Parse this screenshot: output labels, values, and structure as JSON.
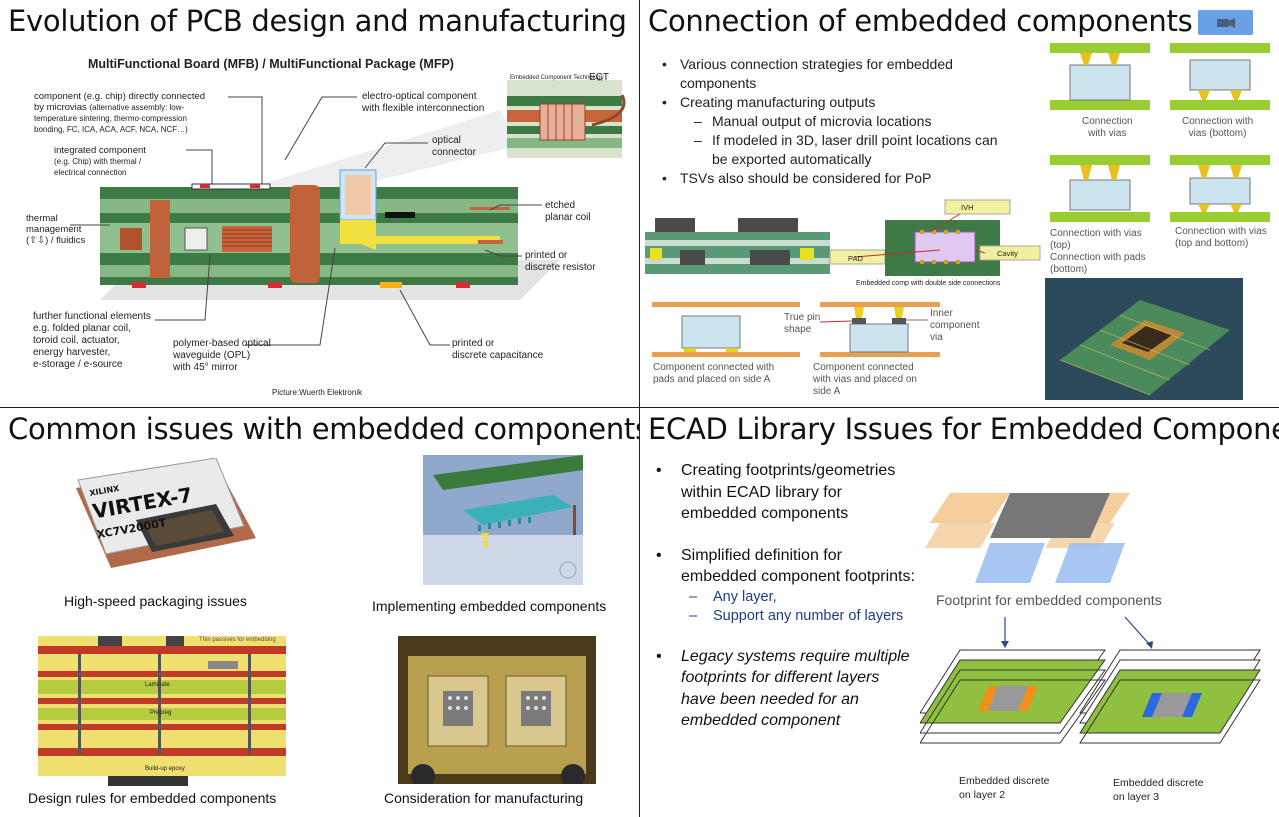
{
  "q1": {
    "title": "Evolution of PCB design and manufacturing",
    "figure_title": "MultiFunctional Board (MFB) / MultiFunctional Package (MFP)",
    "annotations": {
      "component_line1": "component (e.g. chip) directly connected",
      "component_line2": "by microvias",
      "component_line2_small": "(alternative assembly: low-",
      "component_line3": "temperature sintering, thermo-compression",
      "component_line4": "bonding, FC, ICA, ACA, ACF, NCA, NCF…)",
      "integrated_line1": "integrated component",
      "integrated_line2": "(e.g. Chip) with thermal /",
      "integrated_line3": "electrical connection",
      "thermal_line1": "thermal",
      "thermal_line2": "management",
      "thermal_line3": "(⇧⇩) / fluidics",
      "further_line1": "further functional elements",
      "further_line2": "e.g. folded planar coil,",
      "further_line3": "toroid coil, actuator,",
      "further_line4": "energy harvester,",
      "further_line5": "e-storage / e-source",
      "polymer_line1": "polymer-based optical",
      "polymer_line2": "waveguide (OPL)",
      "polymer_line3": "with 45° mirror",
      "eo_line1": "electro-optical component",
      "eo_line2": "with flexible interconnection",
      "optical_line1": "optical",
      "optical_line2": "connector",
      "etched_line1": "etched",
      "etched_line2": "planar coil",
      "printed_res_line1": "printed or",
      "printed_res_line2": "discrete resistor",
      "printed_cap_line1": "printed or",
      "printed_cap_line2": "discrete capacitance",
      "ect": "ECT",
      "ect_small": "Embedded Component Technology"
    },
    "credit": "Picture:Wuerth Elektronik"
  },
  "q2": {
    "title": "Connection of embedded components",
    "bullets": [
      {
        "text": "Various connection strategies for embedded",
        "sub": false
      },
      {
        "text": "components",
        "sub": false,
        "cont": true
      },
      {
        "text": "Creating manufacturing outputs",
        "sub": false
      },
      {
        "text": "Manual output of microvia locations",
        "sub": true
      },
      {
        "text": "If modeled in 3D, laser drill point locations can",
        "sub": true
      },
      {
        "text": "be exported automatically",
        "sub": true,
        "cont": true
      },
      {
        "text": "TSVs also should be considered for PoP",
        "sub": false
      }
    ],
    "captions": {
      "vias_l1": "Connection",
      "vias_l2": "with vias",
      "vias_bottom_l1": "Connection with",
      "vias_bottom_l2": "vias (bottom)",
      "vias_top_l1": "Connection with vias",
      "vias_top_l2": "(top)",
      "pads_bottom_l1": "Connection with pads",
      "pads_bottom_l2": "(bottom)",
      "vias_topbottom_l1": "Connection with vias",
      "vias_topbottom_l2": "(top and bottom)",
      "side_a_l1": "Component connected with",
      "side_a_l2": "pads and placed on side A",
      "side_a_vias_l1": "Component connected",
      "side_a_vias_l2": "with vias and placed on",
      "side_a_vias_l3": "side A",
      "true_pin_l1": "True pin",
      "true_pin_l2": "shape",
      "inner_l1": "Inner",
      "inner_l2": "component",
      "inner_l3": "via",
      "embedded_comp": "Embedded comp with double side connections",
      "ivh": "IVH",
      "pad": "PAD",
      "cavity": "Cavity"
    }
  },
  "q3": {
    "title": "Common issues with embedded components",
    "captions": {
      "highspeed": "High-speed packaging issues",
      "implementing": "Implementing embedded components",
      "design_rules": "Design rules for embedded components",
      "manufacturing": "Consideration for manufacturing"
    },
    "chip_text": {
      "brand": "XILINX",
      "name": "VIRTEX",
      "suffix": "-7",
      "part": "XC7V2000T"
    },
    "stack_labels": {
      "thin": "Thin passives for embedding",
      "laminate": "Laminate",
      "prepreg": "Prepreg",
      "buildup": "Build-up epoxy"
    }
  },
  "q4": {
    "title": "ECAD Library Issues for Embedded Components",
    "bullet1": "Creating footprints/geometries within ECAD library for embedded components",
    "bullet2": "Simplified definition for embedded component footprints:",
    "sub1": "Any layer,",
    "sub2": "Support any number of layers",
    "bullet3": "Legacy systems require multiple footprints for different layers have been needed for an embedded component",
    "figure_label": "Footprint for embedded components",
    "cap_layer2_l1": "Embedded discrete",
    "cap_layer2_l2": "on layer 2",
    "cap_layer3_l1": "Embedded discrete",
    "cap_layer3_l2": "on layer 3"
  },
  "colors": {
    "pcb_green": "#3d7a45",
    "copper": "#c8643c",
    "yellow": "#f0e040",
    "lime": "#9acd32",
    "blue_accent": "#6aa0e8"
  },
  "icons": {
    "camera": "camera-icon"
  }
}
